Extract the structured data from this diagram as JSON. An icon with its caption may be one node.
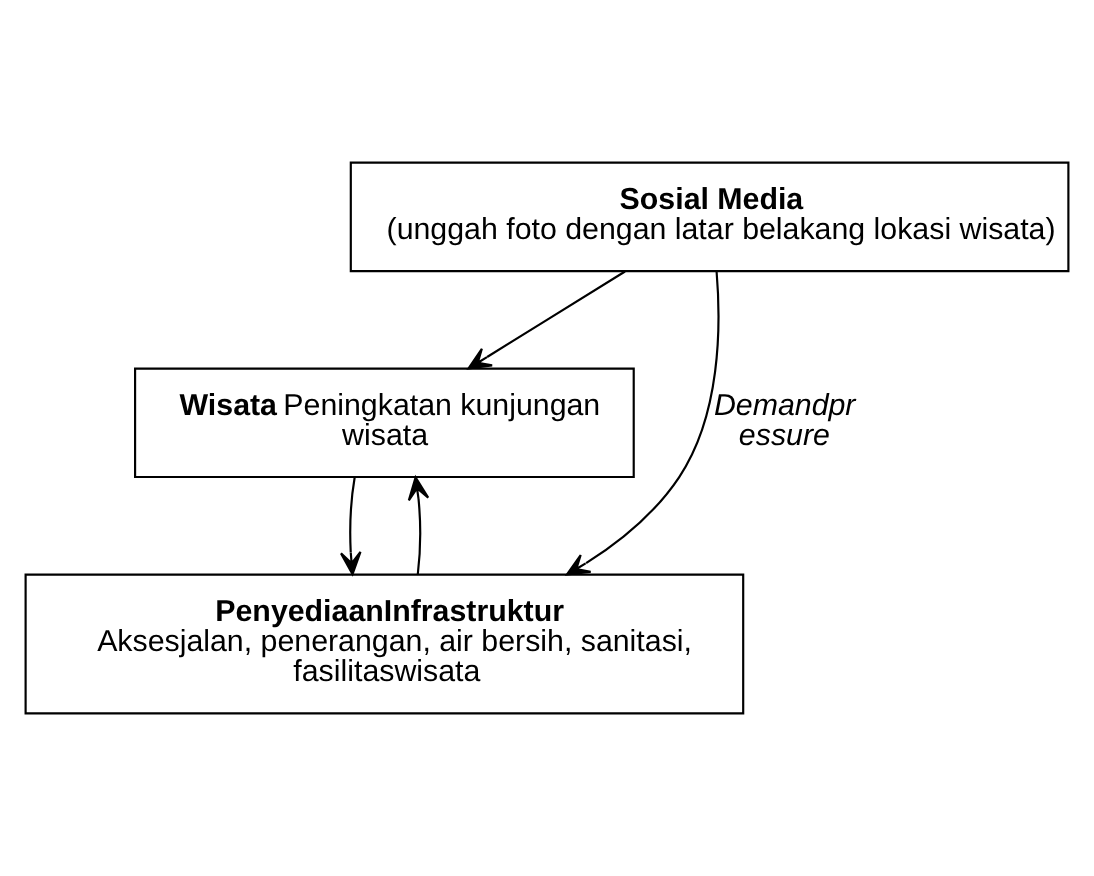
{
  "diagram": {
    "nodes": [
      {
        "text": [
          "Sosial Media",
          "(unggah foto dengan latar belakang lokasi wisata)"
        ]
      },
      {
        "text": [
          "**Wisata** Peningkatan kunjungan wisata"
        ]
      },
      {
        "text": [
          "PenyediaanInfrastruktur",
          "Aksesjalan, penerangan, air bersih, sanitasi, fasilitaswisata"
        ]
      }
    ],
    "edges": [
      {
        "from": 0,
        "to": 1,
        "arrow": "to"
      },
      {
        "from": 1,
        "to": 2,
        "arrow": "to"
      },
      {
        "from": 2,
        "to": 1,
        "arrow": "to"
      },
      {
        "from": 0,
        "to": 2,
        "arrow": "to",
        "label": "Demandpr essure"
      }
    ]
  }
}
